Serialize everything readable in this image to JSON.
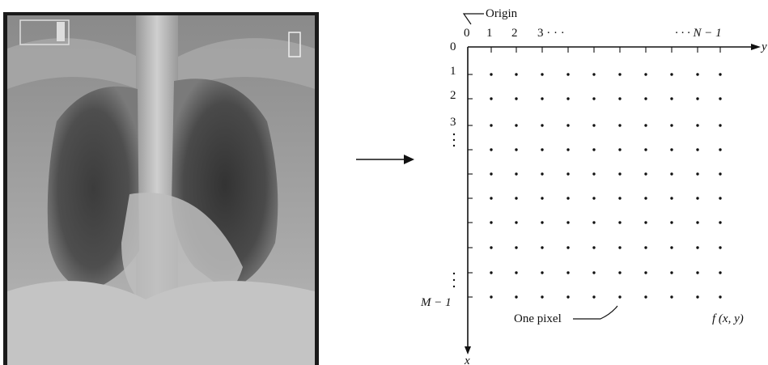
{
  "xray": {
    "image_name": "chest-xray-image"
  },
  "arrow": {
    "icon": "right-arrow-icon"
  },
  "grid": {
    "origin_label": "Origin",
    "col_labels": [
      "0",
      "1",
      "2",
      "3 · · ·"
    ],
    "col_last_label": "· · · N − 1",
    "row_labels": [
      "0",
      "1",
      "2",
      "3"
    ],
    "row_last_label": "M − 1",
    "x_axis_label": "x",
    "y_axis_label": "y",
    "pixel_label": "One pixel",
    "function_label": "f (x, y)",
    "colors": {
      "ink": "#111111"
    }
  }
}
